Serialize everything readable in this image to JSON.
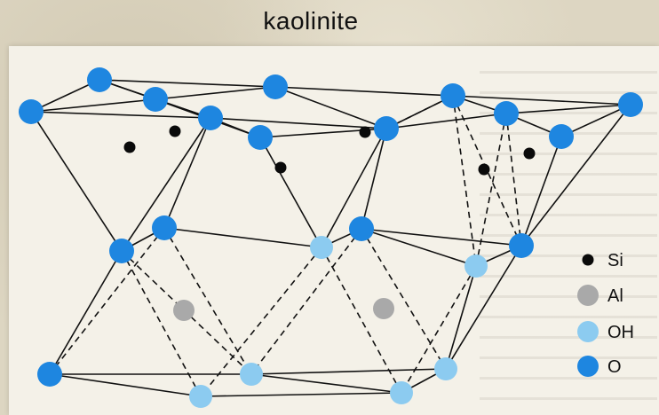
{
  "title": "kaolinite",
  "legend": [
    {
      "label": "Si",
      "color": "#0a0a0a"
    },
    {
      "label": "Al",
      "color": "#a9a9a9"
    },
    {
      "label": "OH",
      "color": "#8ccbf0"
    },
    {
      "label": "O",
      "color": "#1e86e0"
    }
  ]
}
